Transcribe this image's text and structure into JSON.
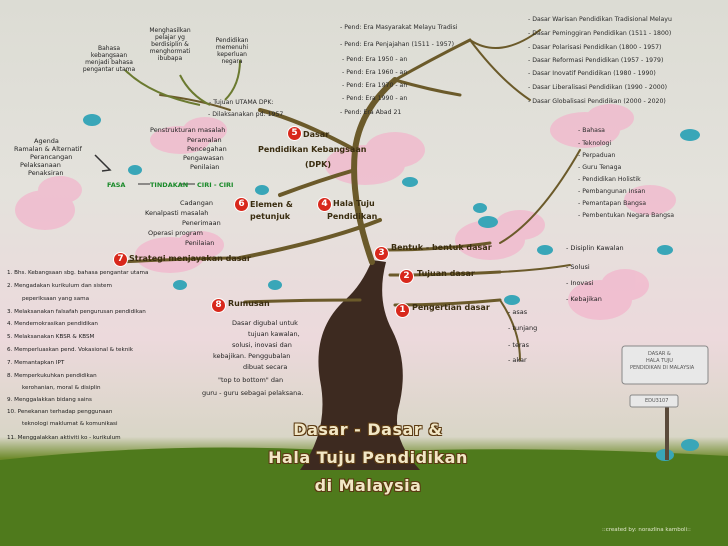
{
  "bubbles": [
    "Bahasa kebangsaan menjadi bahasa pengantar utama",
    "Menghasilkan pelajar yg berdisiplin & menghormati ibubapa",
    "Pendidikan memenuhi keperluan negara"
  ],
  "tujuan_utama": {
    "line1": "- Tujuan UTAMA DPK:",
    "line2": "- Dilaksanakan pd: 1957"
  },
  "eras": [
    "- Pend: Era Masyarakat Melayu Tradisi",
    "- Pend: Era Penjajahan (1511 - 1957)",
    "- Pend: Era 1950 - an",
    "- Pend: Era 1960 - an",
    "- Pend: Era 1970 - an",
    "- Pend: Era 1990 - an",
    "- Pend: Era Abad 21"
  ],
  "dasar_list": [
    "- Dasar Warisan Pendidikan Tradisional Melayu",
    "- Dasar Peminggiran Pendidikan (1511 - 1800)",
    "- Dasar Polarisasi Pendidikan (1800 - 1957)",
    "- Dasar Reformasi Pendidikan (1957 - 1979)",
    "- Dasar Inovatif Pendidikan (1980 - 1990)",
    "- Dasar Liberalisasi Pendidikan (1990 - 2000)",
    "- Dasar Globalisasi Pendidikan (2000 - 2020)"
  ],
  "aspek": [
    "- Bahasa",
    "- Teknologi",
    "- Perpaduan",
    "- Guru Tenaga",
    "- Pendidikan Holistik",
    "- Pembangunan Insan",
    "- Pemantapan Bangsa",
    "- Pembentukan Negara Bangsa"
  ],
  "bentuk": [
    "- Disiplin Kawalan",
    "- Solusi",
    "- Inovasi",
    "- Kebajikan"
  ],
  "pengertian": [
    "- asas",
    "- tunjang",
    "- teras",
    "- akar"
  ],
  "branches": {
    "5": {
      "n": "5",
      "line1": "Dasar",
      "line2": "Pendidikan Kebangsaan",
      "line3": "(DPK)"
    },
    "6": {
      "n": "6",
      "line1": "Elemen &",
      "line2": "petunjuk"
    },
    "4": {
      "n": "4",
      "line1": "Hala Tuju",
      "line2": "Pendidikan"
    },
    "3": {
      "n": "3",
      "line1": "Bentuk - bentuk dasar"
    },
    "7": {
      "n": "7",
      "line1": "Strategi menjayakan dasar"
    },
    "2": {
      "n": "2",
      "line1": "Tujuan dasar"
    },
    "8": {
      "n": "8",
      "line1": "Rumusan"
    },
    "1": {
      "n": "1",
      "line1": "Pengertian dasar"
    }
  },
  "agenda": [
    "Agenda",
    "Ramalan & Alternatif",
    "Perancangan",
    "Pelaksanaan",
    "Penaksiran"
  ],
  "proses": [
    "Penstrukturan masalah",
    "Peramalan",
    "Pencegahan",
    "Pengawasan",
    "Penilaian"
  ],
  "fasa_row": [
    "FASA",
    "TINDAKAN",
    "CIRI - CIRI"
  ],
  "cadangan": [
    "Cadangan",
    "Kenalpasti masalah",
    "Penerimaan",
    "Operasi program",
    "Penilaian"
  ],
  "strategi": [
    "1. Bhs. Kebangsaan sbg. bahasa pengantar utama",
    "2. Mengadakan kurikulum dan sistem",
    "peperiksaan yang sama",
    "3. Melaksanakan falsafah pengurusan pendidikan",
    "4. Mendemokrasikan pendidikan",
    "5. Melaksanakan KBSR & KBSM",
    "6. Memperluaskan pend. Vokasional & teknik",
    "7. Memantapkan IPT",
    "8. Memperkukuhkan pendidikan",
    "kerohanian, moral & disiplin",
    "9. Menggalakkan bidang sains",
    "10. Penekanan terhadap penggunaan",
    "teknologi maklumat & komunikasi",
    "11. Menggalakkan aktiviti ko - kurikulum"
  ],
  "rumusan": [
    "Dasar digubal untuk",
    "tujuan kawalan,",
    "solusi, inovasi dan",
    "kebajikan. Penggubalan",
    "dibuat secara",
    "\"top to bottom\" dan",
    "guru - guru sebagai pelaksana."
  ],
  "title": [
    "Dasar - Dasar &",
    "Hala Tuju Pendidikan",
    "di Malaysia"
  ],
  "signboard": [
    "DASAR &",
    "HALA TUJU",
    "PENDIDIKAN DI MALAYSIA",
    "EDU3107"
  ],
  "credit": "::created by: norazlina kamboli::"
}
